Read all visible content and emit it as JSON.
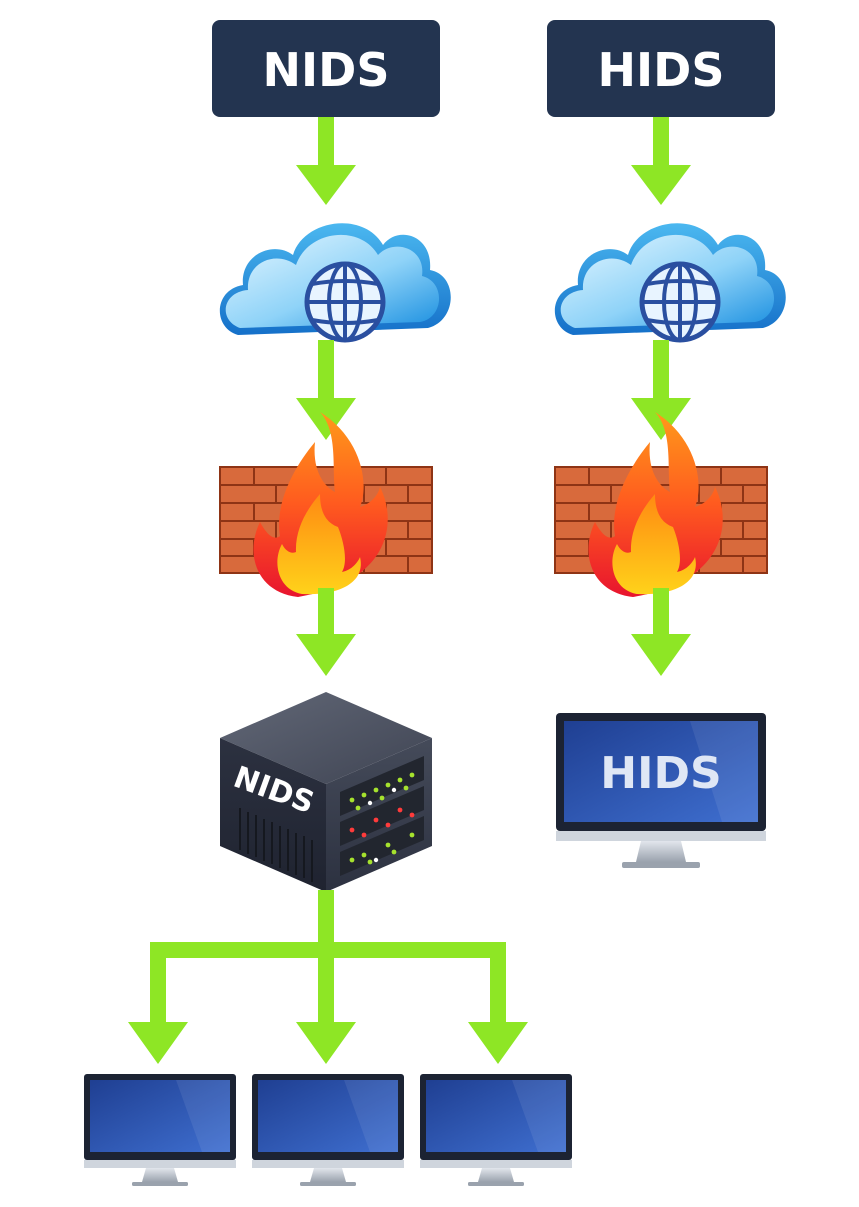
{
  "diagram": {
    "left_header": "NIDS",
    "right_header": "HIDS",
    "server_label": "NIDS",
    "monitor_label": "HIDS"
  },
  "colors": {
    "header_bg": "#233450",
    "header_text": "#ffffff",
    "arrow": "#8ee625",
    "cloud_light": "#bfe8fb",
    "cloud_dark": "#1a8fe0",
    "globe": "#2a4fa0",
    "brick": "#c8552c",
    "flame_outer": "#f4362a",
    "flame_inner": "#ffc21a",
    "server_body": "#3a3f4e",
    "screen": "#2a4fa8",
    "bezel": "#1c2333"
  }
}
